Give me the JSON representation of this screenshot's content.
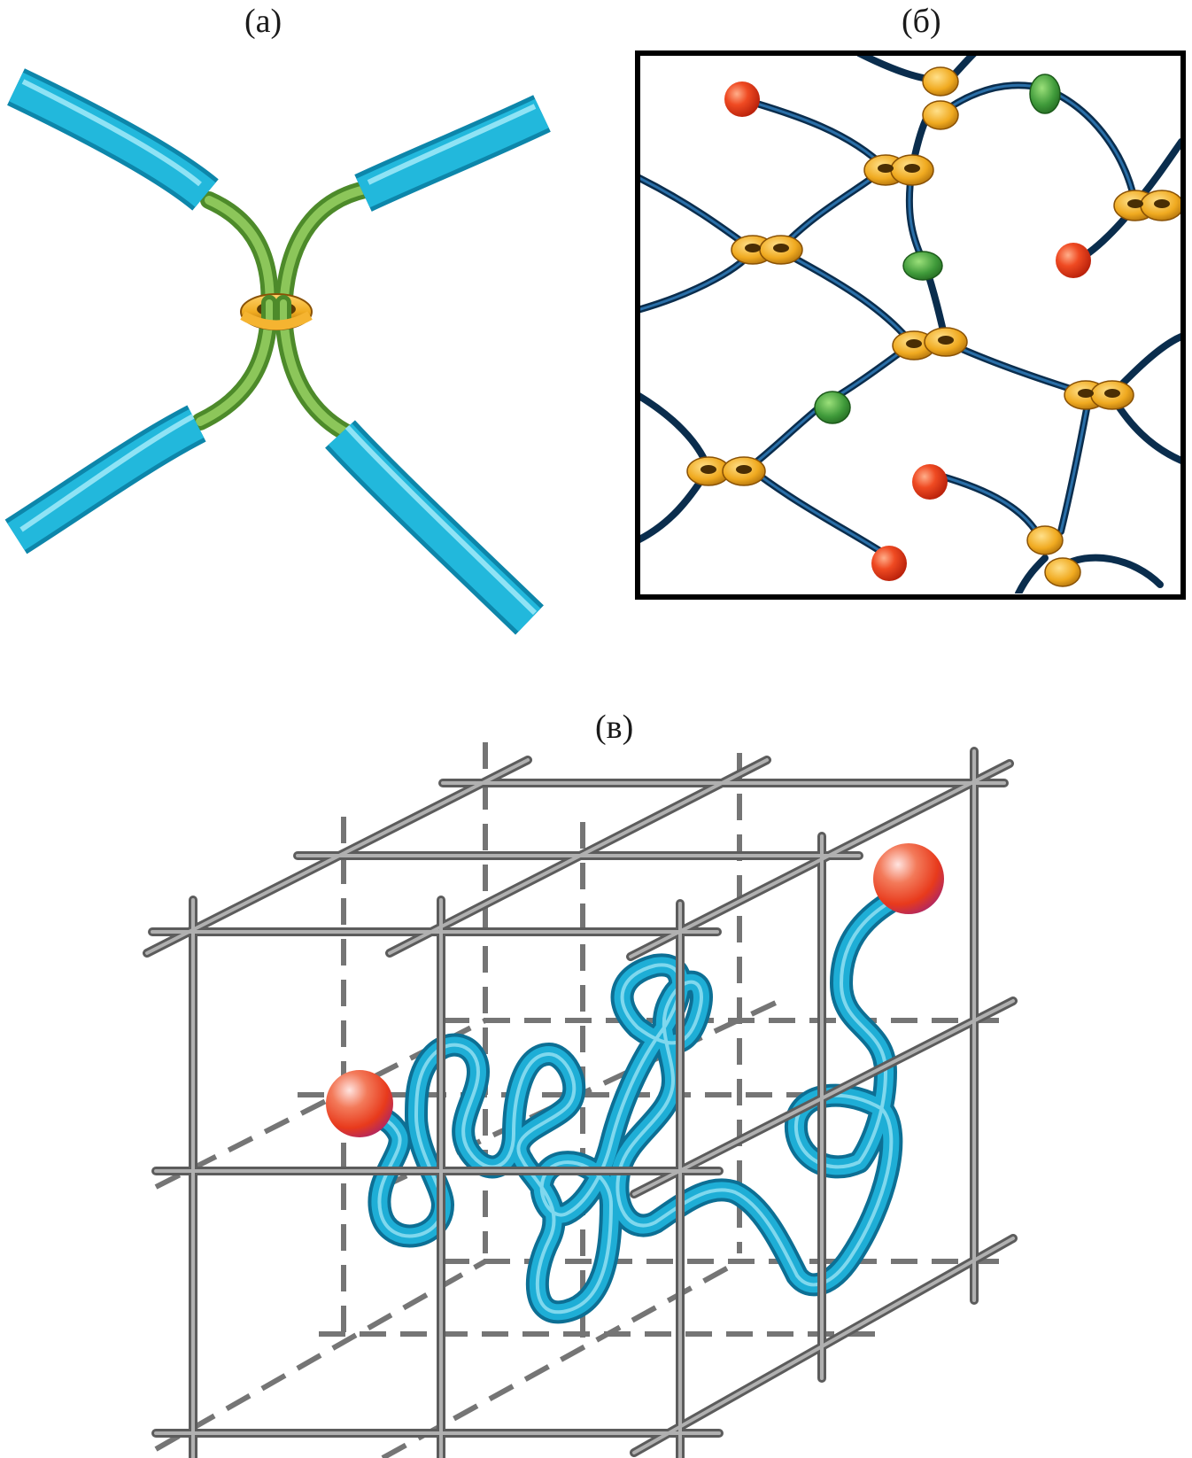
{
  "panels": {
    "a": {
      "label": "(а)"
    },
    "b": {
      "label": "(б)"
    },
    "v": {
      "label": "(в)"
    }
  },
  "colors": {
    "rod": "#1fb3d6",
    "rod_dark": "#0f8fb3",
    "linker": "#6fae3e",
    "ring": "#f0ac22",
    "ring_dark": "#a86a08",
    "chain": "#0c3c63",
    "slip_ring": "#3f9a3a",
    "end_bead": "#e8411f",
    "coil": "#1aa5cf",
    "lattice": "#7d7d7d"
  }
}
